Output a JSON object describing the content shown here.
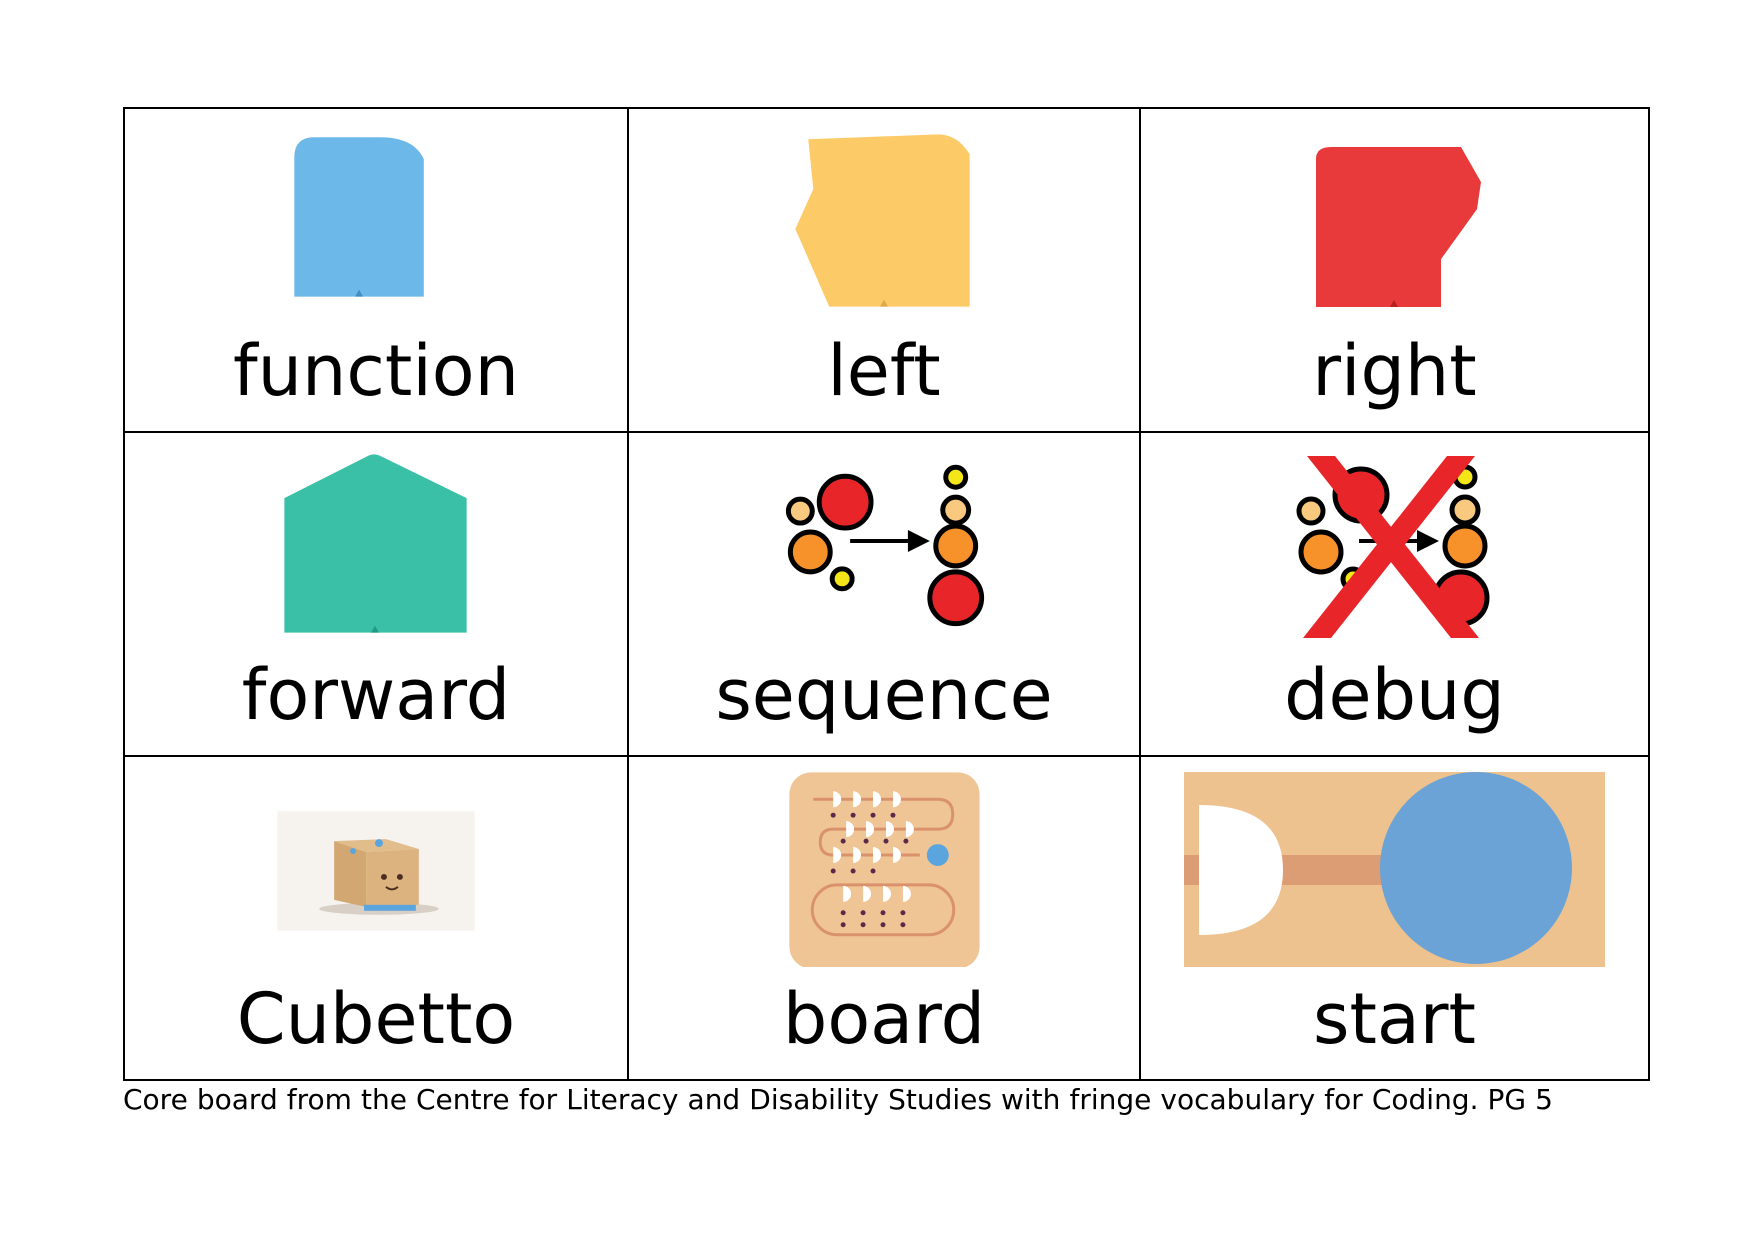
{
  "board": {
    "cells": [
      {
        "label": "function",
        "icon": "blue-function-block-icon",
        "color": "#6cb8e8"
      },
      {
        "label": "left",
        "icon": "yellow-left-block-icon",
        "color": "#fcca67"
      },
      {
        "label": "right",
        "icon": "red-right-block-icon",
        "color": "#e83a3a"
      },
      {
        "label": "forward",
        "icon": "green-forward-block-icon",
        "color": "#3ac0a6"
      },
      {
        "label": "sequence",
        "icon": "sequence-icon",
        "colors": [
          "#e8262a",
          "#f7922b",
          "#f8c97e",
          "#f5e61a"
        ]
      },
      {
        "label": "debug",
        "icon": "debug-icon",
        "colors": [
          "#e8262a",
          "#f7922b",
          "#f8c97e",
          "#f5e61a"
        ]
      },
      {
        "label": "Cubetto",
        "icon": "cubetto-robot-icon",
        "color": "#d6ae7b"
      },
      {
        "label": "board",
        "icon": "coding-board-icon",
        "color": "#f0c596"
      },
      {
        "label": "start",
        "icon": "start-icon",
        "colors": [
          "#edc28f",
          "#6ba3d6",
          "#ffffff"
        ]
      }
    ]
  },
  "caption": "Core board from the Centre for Literacy and Disability Studies with fringe vocabulary for Coding. PG 5"
}
